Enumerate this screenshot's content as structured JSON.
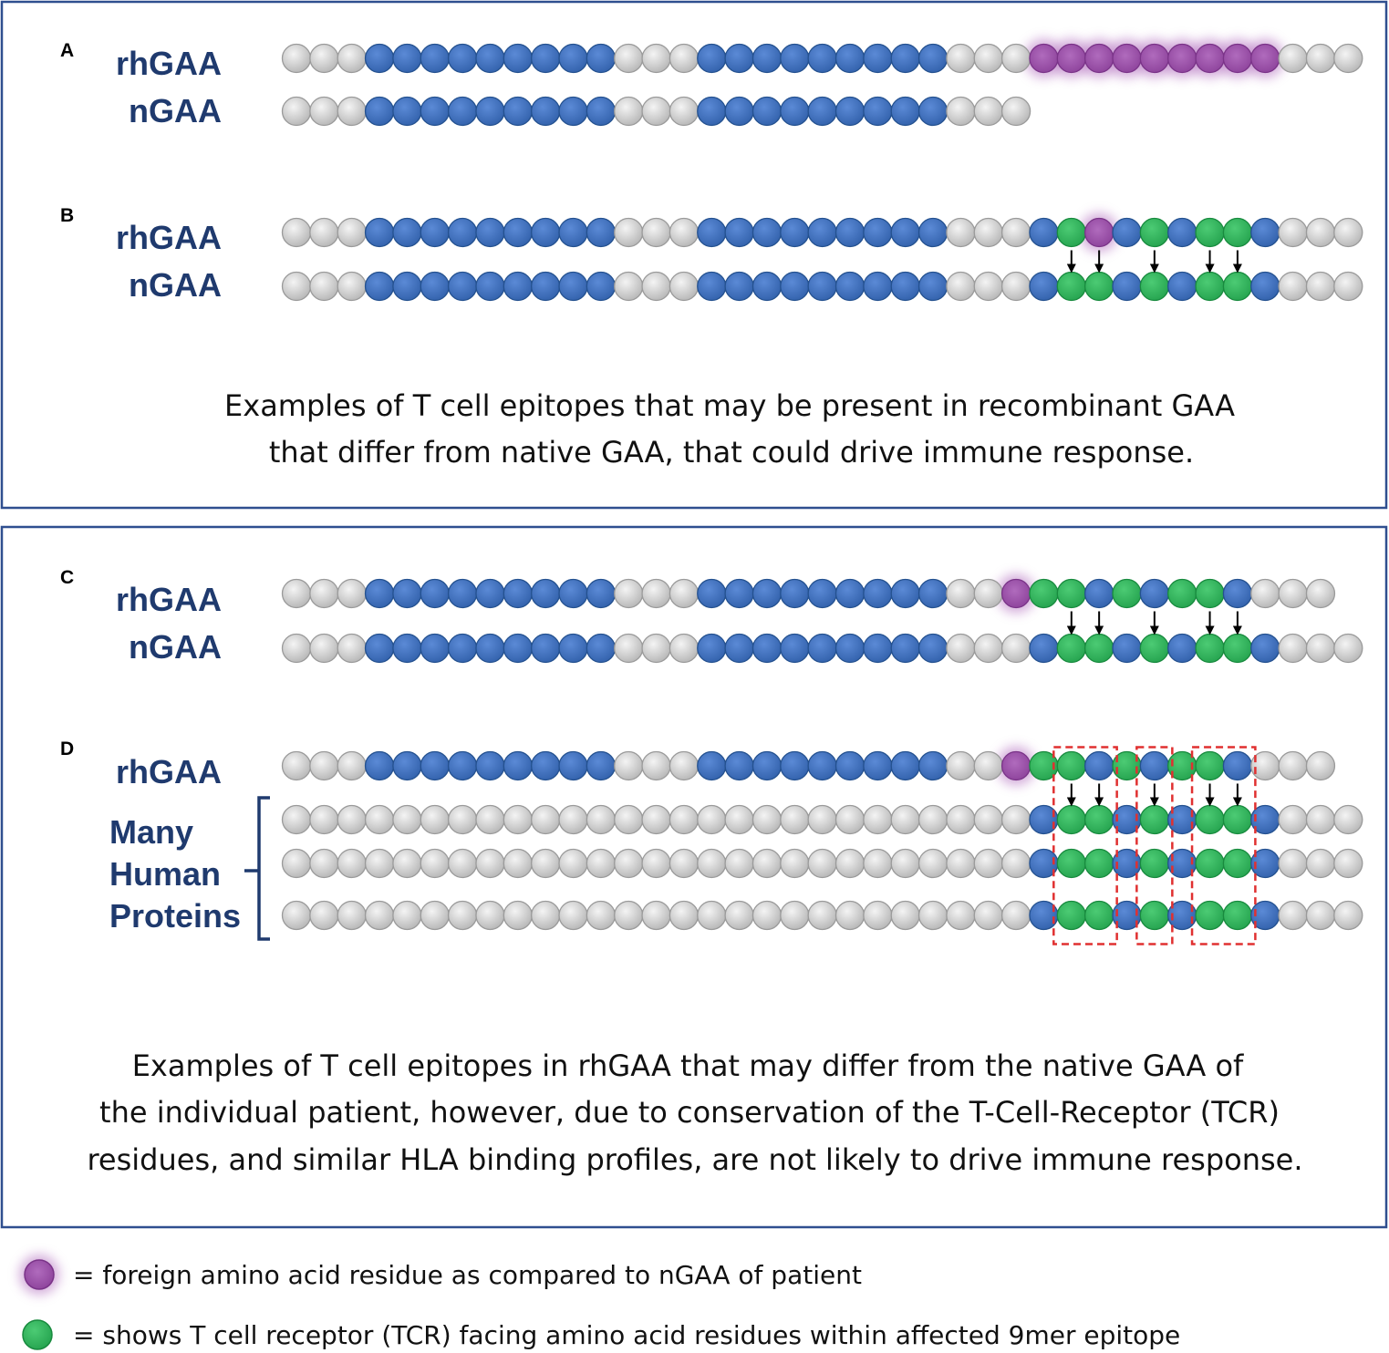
{
  "colors": {
    "grey_residue": "#cfcfcf",
    "blue_residue": "#3f6fbf",
    "green_residue": "#2db35a",
    "foreign_residue": "#9b4fa8",
    "panel_border": "#2f4f8f",
    "label_color": "#1f3a6e",
    "epitope_box": "#e03030"
  },
  "panels": [
    {
      "letter": "A",
      "rows": [
        {
          "label": "rhGAA",
          "residues": "GGGBBBBBBBBBGGGBBBBBBBBBGGGPPPPPPPPPGGG"
        },
        {
          "label": "nGAA",
          "residues": "GGGBBBBBBBBBGGGBBBBBBBBBGGG"
        }
      ]
    },
    {
      "letter": "B",
      "rows": [
        {
          "label": "rhGAA",
          "residues": "GGGBBBBBBBBBGGGBBBBBBBBBGGGBNPBNBNNBGGG"
        },
        {
          "label": "nGAA",
          "residues": "GGGBBBBBBBBBGGGBBBBBBBBBGGGBNNBNBNNBGGG"
        }
      ],
      "arrow_positions": [
        28,
        29,
        31,
        33,
        34
      ]
    },
    {
      "letter": "C",
      "rows": [
        {
          "label": "rhGAA",
          "residues": "GGGBBBBBBBBBGGGBBBBBBBBBGGFNNBNBNNBGGG"
        },
        {
          "label": "nGAA",
          "residues": "GGGBBBBBBBBBGGGBBBBBBBBBGGGBNNBNBNNBGGG"
        }
      ],
      "arrow_positions": [
        28,
        29,
        31,
        33,
        34
      ]
    },
    {
      "letter": "D",
      "rows": [
        {
          "label": "rhGAA",
          "residues": "GGGBBBBBBBBBGGGBBBBBBBBBGGFNNBNBNNBGGG"
        },
        {
          "label": "",
          "residues": "GGGGGGGGGGGGGGGGGGGGGGGGGGGBNNBNBNNBGGG"
        },
        {
          "label": "",
          "residues": "GGGGGGGGGGGGGGGGGGGGGGGGGGGBNNBNBNNBGGG"
        },
        {
          "label": "",
          "residues": "GGGGGGGGGGGGGGGGGGGGGGGGGGGBNNBNBNNBGGG"
        }
      ],
      "arrow_positions": [
        28,
        29,
        31,
        33,
        34
      ],
      "group_label": [
        "Many",
        "Human",
        "Proteins"
      ],
      "epitope_boxes": [
        [
          28,
          29
        ],
        [
          31,
          31
        ],
        [
          33,
          34
        ]
      ]
    }
  ],
  "captions": {
    "top": [
      "Examples of T cell epitopes that may be present in recombinant GAA",
      "that differ from native GAA, that could drive immune response."
    ],
    "bottom": [
      "Examples of T cell epitopes in rhGAA that may differ from the native GAA of",
      "the individual patient, however, due to conservation of the T-Cell-Receptor (TCR)",
      "residues, and similar HLA binding profiles, are not likely to drive immune response."
    ]
  },
  "legend": {
    "foreign": "= foreign amino acid residue as compared to nGAA of patient",
    "tcr": "= shows T cell receptor (TCR) facing amino acid residues within affected 9mer epitope"
  }
}
